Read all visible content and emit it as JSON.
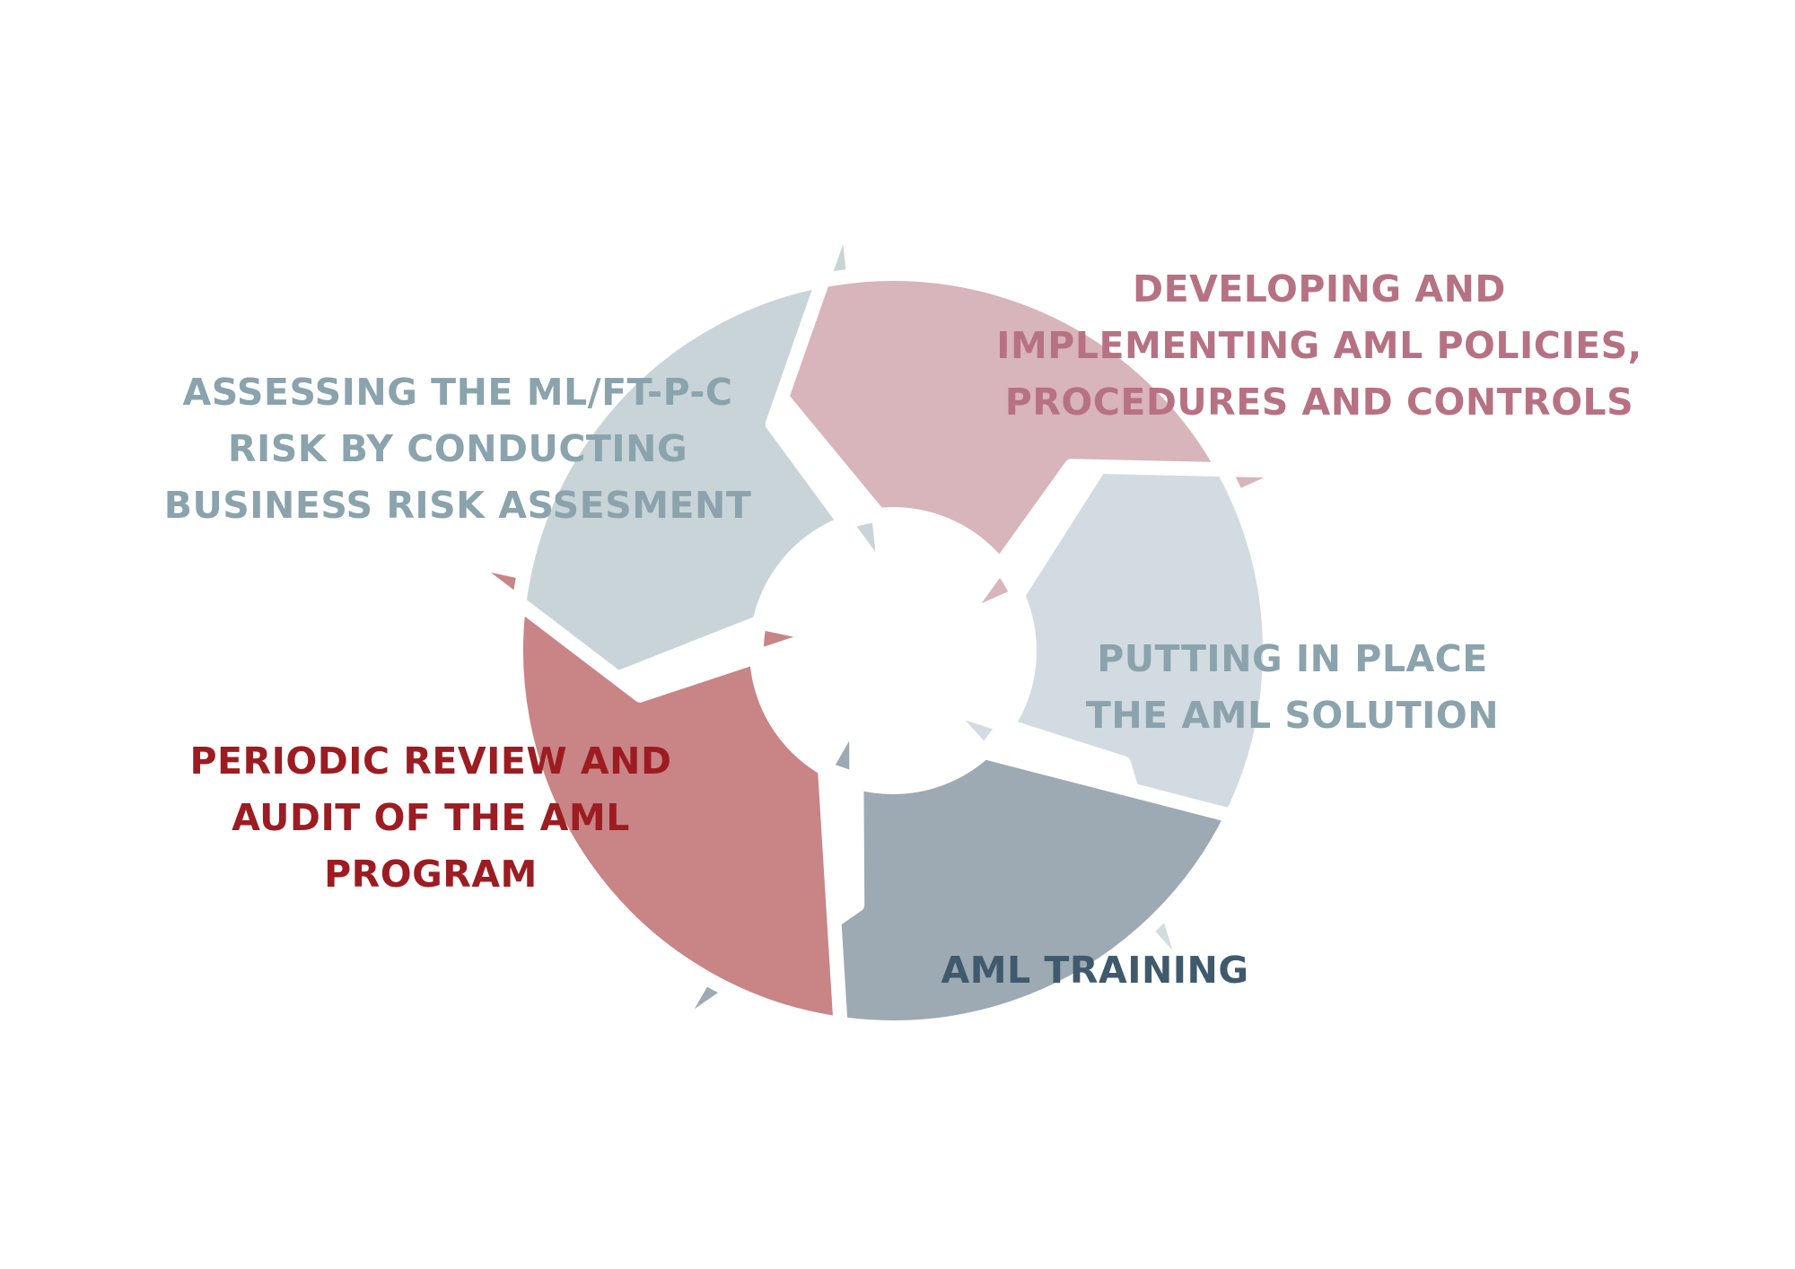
{
  "colors": {
    "background": "#ffffff",
    "separator": "#ffffff"
  },
  "steps": [
    {
      "lines": [
        "ASSESSING THE ML/FT-P-C",
        "RISK BY CONDUCTING",
        "BUSINESS RISK ASSESMENT"
      ],
      "fill": "#c8d4d8",
      "text_color": "#8aa3ac"
    },
    {
      "lines": [
        "DEVELOPING AND",
        "IMPLEMENTING AML POLICIES,",
        "PROCEDURES AND CONTROLS"
      ],
      "fill": "#d8b4bb",
      "text_color": "#b67283"
    },
    {
      "lines": [
        "PUTTING IN PLACE",
        "THE AML SOLUTION"
      ],
      "fill": "#d2dbe1",
      "text_color": "#8aa3ac"
    },
    {
      "lines": [
        "AML TRAINING"
      ],
      "fill": "#9daab3",
      "text_color": "#3f5a6c"
    },
    {
      "lines": [
        "PERIODIC REVIEW AND",
        "AUDIT OF THE AML",
        "PROGRAM"
      ],
      "fill": "#c98486",
      "text_color": "#9c1c22"
    }
  ]
}
